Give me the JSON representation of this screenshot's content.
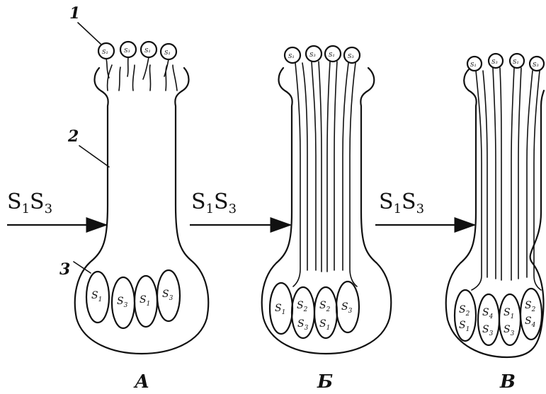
{
  "callouts": {
    "stigma": "1",
    "style": "2",
    "ovary": "3"
  },
  "arrow_label": {
    "main": "S",
    "sub1": "1",
    "mid": "S",
    "sub3": "3"
  },
  "panels": [
    {
      "letter": "А",
      "ovules": [
        [
          "S",
          "1"
        ],
        [
          "S",
          "3"
        ],
        [
          "S",
          "1"
        ],
        [
          "S",
          "3"
        ]
      ]
    },
    {
      "letter": "Б",
      "ovules": [
        [
          "S",
          "1"
        ],
        [
          "S",
          "2"
        ],
        [
          "S",
          "2"
        ],
        [
          "S",
          "3"
        ]
      ]
    },
    {
      "letter": "В",
      "ovules": [
        [
          "S",
          "2"
        ],
        [
          "S",
          "4"
        ],
        [
          "S",
          "1"
        ],
        [
          "S",
          "2"
        ]
      ]
    }
  ]
}
